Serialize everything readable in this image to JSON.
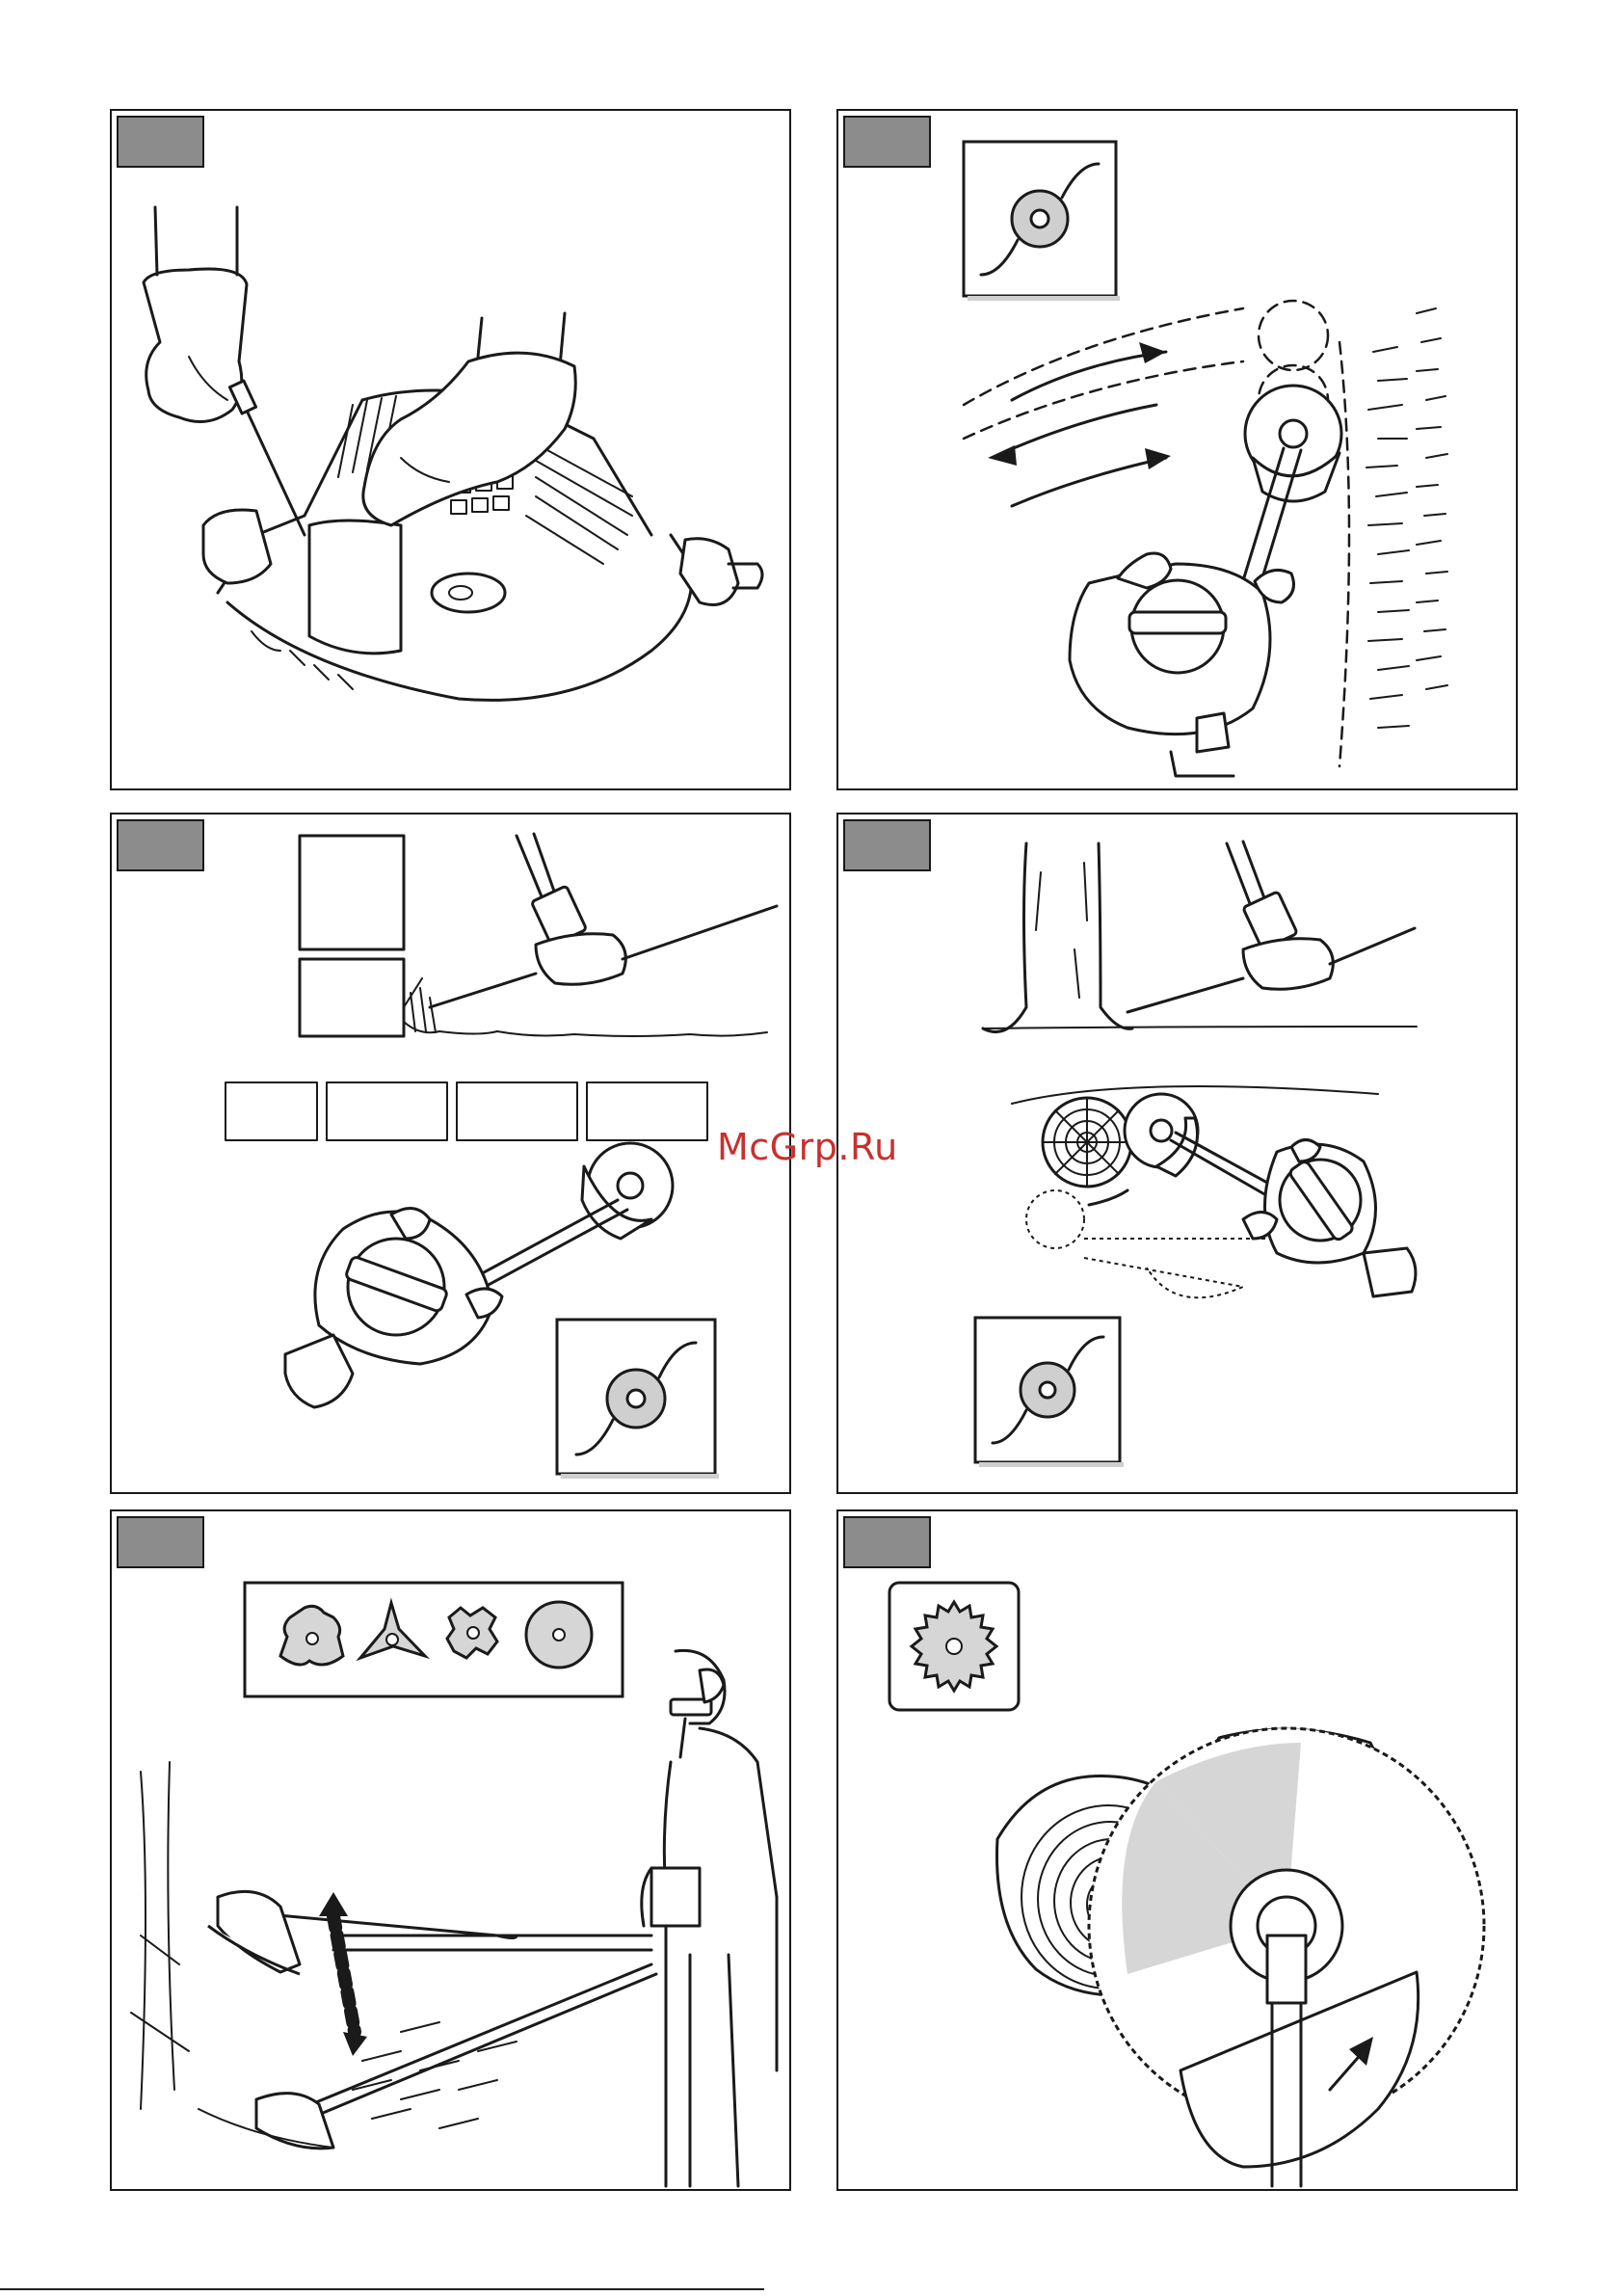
{
  "watermark": "McGrp.Ru",
  "panels": [
    {
      "id": "panel-1",
      "scene": "engine-tank-cleaning"
    },
    {
      "id": "panel-2",
      "scene": "mowing-along-wall",
      "icon": "line-trimmer-head-icon"
    },
    {
      "id": "panel-3",
      "scene": "trimming-along-wall-edge",
      "icon": "line-trimmer-head-icon"
    },
    {
      "id": "panel-4",
      "scene": "trimming-around-tree",
      "icon": "line-trimmer-head-icon"
    },
    {
      "id": "panel-5",
      "scene": "blade-types-and-cutting-height",
      "icons": [
        "three-tooth-blade-icon",
        "three-point-blade-icon",
        "four-tooth-blade-icon",
        "circular-blade-icon"
      ]
    },
    {
      "id": "panel-6",
      "scene": "saw-blade-cutting-log",
      "icon": "saw-blade-icon"
    }
  ]
}
